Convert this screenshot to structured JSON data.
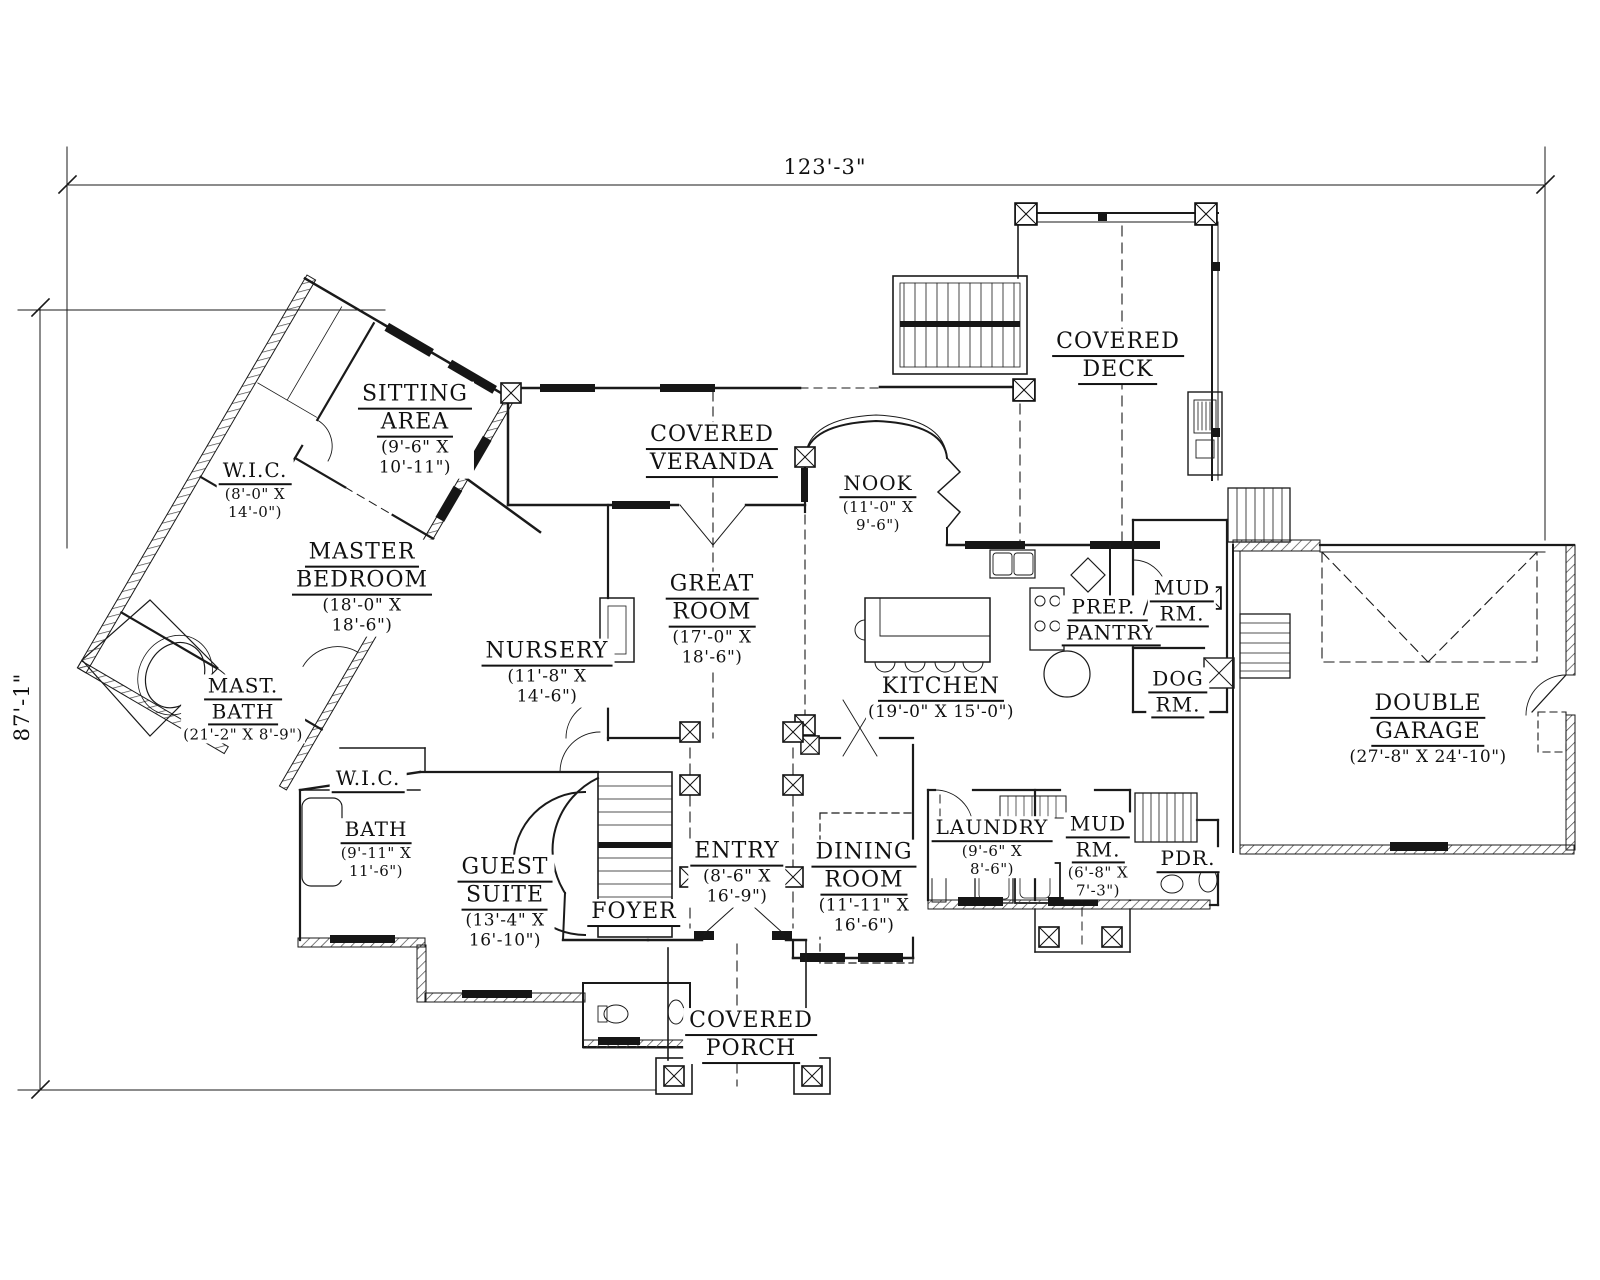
{
  "dimensions": {
    "width_label": "123'-3\"",
    "height_label": "87'-1\""
  },
  "rooms": [
    {
      "id": "sitting-area",
      "name": [
        "SITTING",
        "AREA"
      ],
      "size": [
        "(9'-6\" X",
        "10'-11\")"
      ]
    },
    {
      "id": "wic-upper",
      "name": [
        "W.I.C."
      ],
      "size": [
        "(8'-0\" X",
        "14'-0\")"
      ]
    },
    {
      "id": "master-bedroom",
      "name": [
        "MASTER",
        "BEDROOM"
      ],
      "size": [
        "(18'-0\" X",
        "18'-6\")"
      ]
    },
    {
      "id": "master-bath",
      "name": [
        "MAST.",
        "BATH"
      ],
      "size": [
        "(21'-2\" X 8'-9\")"
      ]
    },
    {
      "id": "wic-lower",
      "name": [
        "W.I.C."
      ],
      "size": []
    },
    {
      "id": "bath",
      "name": [
        "BATH"
      ],
      "size": [
        "(9'-11\" X",
        "11'-6\")"
      ]
    },
    {
      "id": "guest-suite",
      "name": [
        "GUEST",
        "SUITE"
      ],
      "size": [
        "(13'-4\" X",
        "16'-10\")"
      ]
    },
    {
      "id": "foyer",
      "name": [
        "FOYER"
      ],
      "size": []
    },
    {
      "id": "entry",
      "name": [
        "ENTRY"
      ],
      "size": [
        "(8'-6\" X",
        "16'-9\")"
      ]
    },
    {
      "id": "nursery",
      "name": [
        "NURSERY"
      ],
      "size": [
        "(11'-8\" X",
        "14'-6\")"
      ]
    },
    {
      "id": "great-room",
      "name": [
        "GREAT",
        "ROOM"
      ],
      "size": [
        "(17'-0\" X",
        "18'-6\")"
      ]
    },
    {
      "id": "covered-veranda",
      "name": [
        "COVERED",
        "VERANDA"
      ],
      "size": []
    },
    {
      "id": "nook",
      "name": [
        "NOOK"
      ],
      "size": [
        "(11'-0\" X",
        "9'-6\")"
      ]
    },
    {
      "id": "kitchen",
      "name": [
        "KITCHEN"
      ],
      "size": [
        "(19'-0\" X 15'-0\")"
      ]
    },
    {
      "id": "prep-pantry",
      "name": [
        "PREP. /",
        "PANTRY"
      ],
      "size": []
    },
    {
      "id": "mud-rm-upper",
      "name": [
        "MUD",
        "RM."
      ],
      "size": []
    },
    {
      "id": "dog-rm",
      "name": [
        "DOG",
        "RM."
      ],
      "size": []
    },
    {
      "id": "covered-deck",
      "name": [
        "COVERED",
        "DECK"
      ],
      "size": []
    },
    {
      "id": "double-garage",
      "name": [
        "DOUBLE",
        "GARAGE"
      ],
      "size": [
        "(27'-8\" X 24'-10\")"
      ]
    },
    {
      "id": "dining-room",
      "name": [
        "DINING",
        "ROOM"
      ],
      "size": [
        "(11'-11\" X",
        "16'-6\")"
      ]
    },
    {
      "id": "laundry",
      "name": [
        "LAUNDRY"
      ],
      "size": [
        "(9'-6\" X",
        "8'-6\")"
      ]
    },
    {
      "id": "mud-rm-lower",
      "name": [
        "MUD",
        "RM."
      ],
      "size": [
        "(6'-8\" X",
        "7'-3\")"
      ]
    },
    {
      "id": "powder-room",
      "name": [
        "PDR."
      ],
      "size": []
    },
    {
      "id": "covered-porch",
      "name": [
        "COVERED",
        "PORCH"
      ],
      "size": []
    }
  ]
}
